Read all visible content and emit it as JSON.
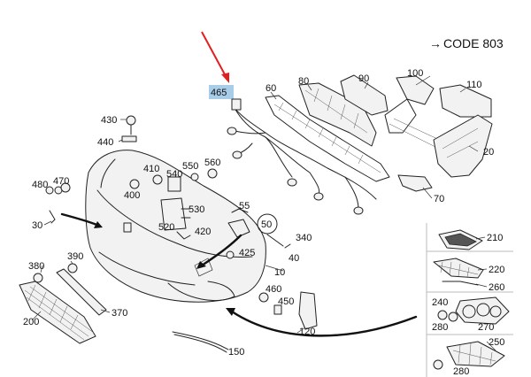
{
  "code_label": "CODE 803",
  "code_arrow": "→",
  "highlight_color": "#a8cde8",
  "pointer_color": "#e02020",
  "callouts": {
    "c10": "10",
    "c20": "20",
    "c30": "30",
    "c40": "40",
    "c50": "50",
    "c55": "55",
    "c60": "60",
    "c70": "70",
    "c80": "80",
    "c90": "90",
    "c100": "100",
    "c110": "110",
    "c120": "120",
    "c150": "150",
    "c200": "200",
    "c210": "210",
    "c220": "220",
    "c240": "240",
    "c250": "250",
    "c260": "260",
    "c270": "270",
    "c280a": "280",
    "c280b": "280",
    "c340": "340",
    "c370": "370",
    "c380": "380",
    "c390": "390",
    "c400": "400",
    "c410": "410",
    "c420": "420",
    "c425": "425",
    "c430": "430",
    "c440": "440",
    "c450": "450",
    "c460": "460",
    "c465": "465",
    "c470": "470",
    "c480": "480",
    "c520": "520",
    "c530": "530",
    "c540": "540",
    "c550": "550",
    "c560": "560"
  }
}
